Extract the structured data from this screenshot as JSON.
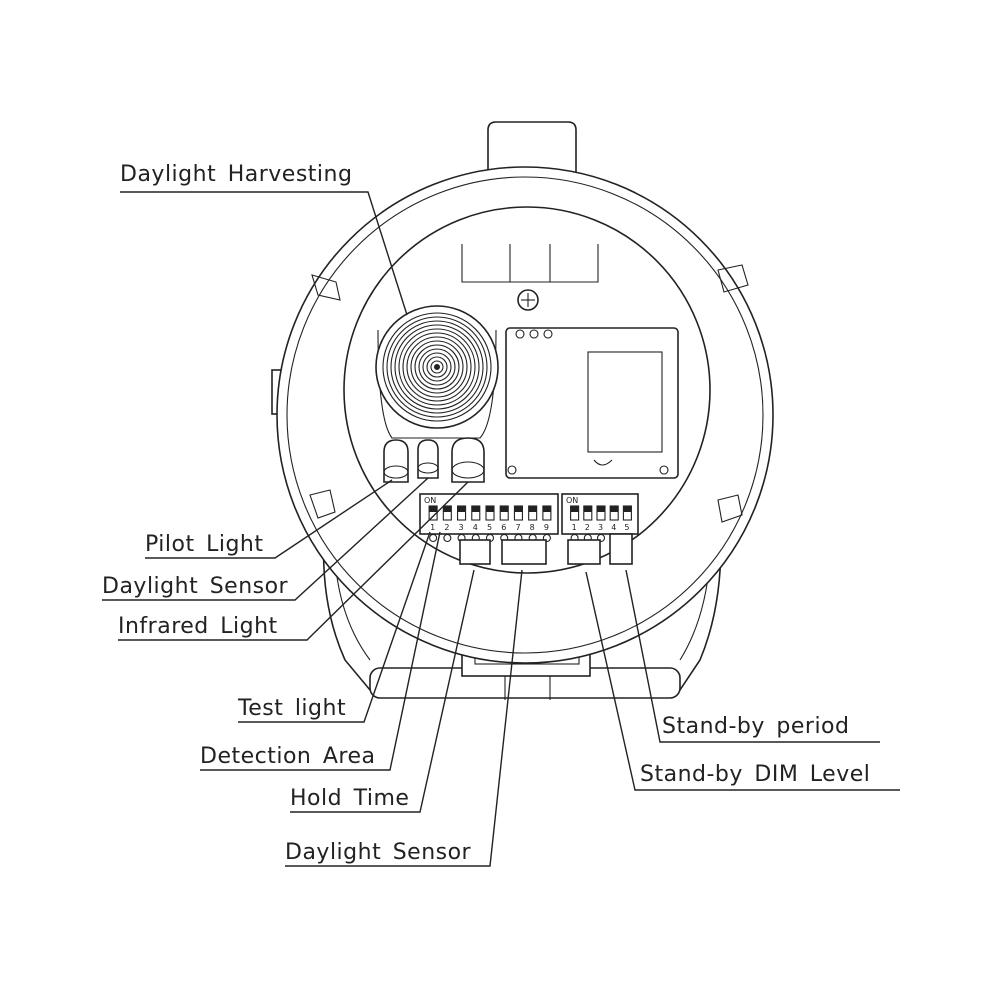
{
  "labels": {
    "daylight_harvesting": "Daylight Harvesting",
    "pilot_light": "Pilot Light",
    "daylight_sensor_left": "Daylight Sensor",
    "infrared_light": "Infrared Light",
    "test_light": "Test light",
    "detection_area": "Detection Area",
    "hold_time": "Hold Time",
    "daylight_sensor_bottom": "Daylight Sensor",
    "standby_period": "Stand-by period",
    "standby_dim_level": "Stand-by DIM Level"
  },
  "dip_left": {
    "header": "ON",
    "numbers": [
      "1",
      "2",
      "3",
      "4",
      "5",
      "6",
      "7",
      "8",
      "9"
    ]
  },
  "dip_right": {
    "header": "ON",
    "numbers": [
      "1",
      "2",
      "3",
      "4",
      "5"
    ]
  },
  "colors": {
    "line": "#222222",
    "background": "#ffffff"
  }
}
